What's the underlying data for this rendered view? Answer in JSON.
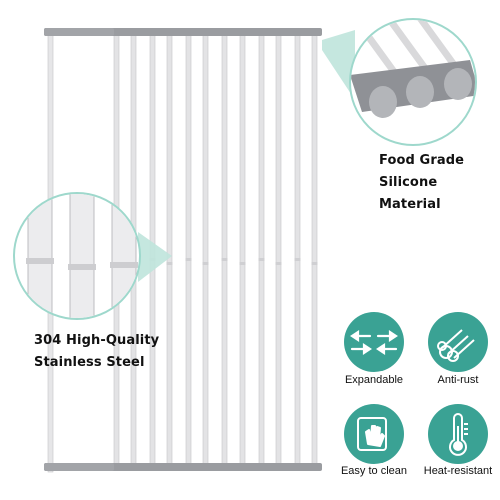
{
  "callouts": {
    "silicone": {
      "line1": "Food Grade",
      "line2": "Silicone Material"
    },
    "steel": {
      "line1": "304 High-Quality",
      "line2": "Stainless Steel"
    }
  },
  "features": [
    {
      "label": "Expandable",
      "icon": "expand-arrows-icon"
    },
    {
      "label": "Anti-rust",
      "icon": "pipes-icon"
    },
    {
      "label": "Easy to clean",
      "icon": "hand-wipe-icon"
    },
    {
      "label": "Heat-resistant",
      "icon": "thermometer-icon"
    }
  ],
  "colors": {
    "rod": "#e3e3e5",
    "silicone": "#9a9ca0",
    "badge": "#3aa294",
    "highlight": "#bfe4dc"
  }
}
